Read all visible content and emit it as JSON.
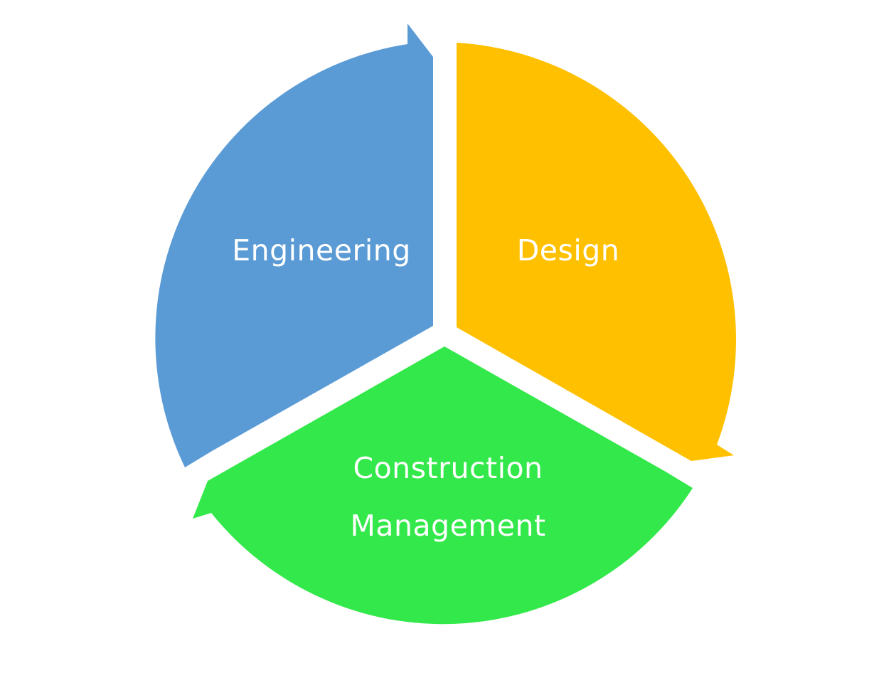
{
  "diagram": {
    "segments": [
      {
        "id": "engineering",
        "label_lines": [
          "Engineering"
        ],
        "color": "#5B9BD5"
      },
      {
        "id": "design",
        "label_lines": [
          "Design"
        ],
        "color": "#FFC000"
      },
      {
        "id": "construction-management",
        "label_lines": [
          "Construction",
          "Management"
        ],
        "color": "#33E84A"
      }
    ]
  }
}
